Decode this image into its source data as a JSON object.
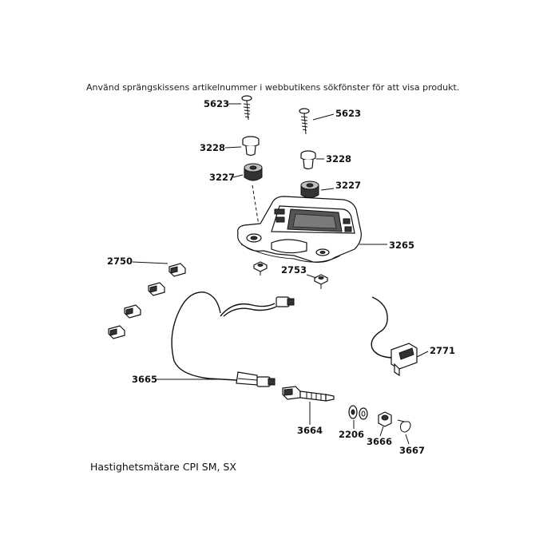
{
  "header": {
    "instruction": "Använd sprängskissens artikelnummer i webbutikens sökfönster för att visa produkt."
  },
  "footer": {
    "title": "Hastighetsmätare CPI SM, SX"
  },
  "parts": {
    "p5623_left": "5623",
    "p5623_right": "5623",
    "p3228_left": "3228",
    "p3228_right": "3228",
    "p3227_left": "3227",
    "p3227_right": "3227",
    "p3265": "3265",
    "p2750": "2750",
    "p2753": "2753",
    "p2771": "2771",
    "p3665": "3665",
    "p3664": "3664",
    "p2206": "2206",
    "p3666": "3666",
    "p3667": "3667"
  }
}
